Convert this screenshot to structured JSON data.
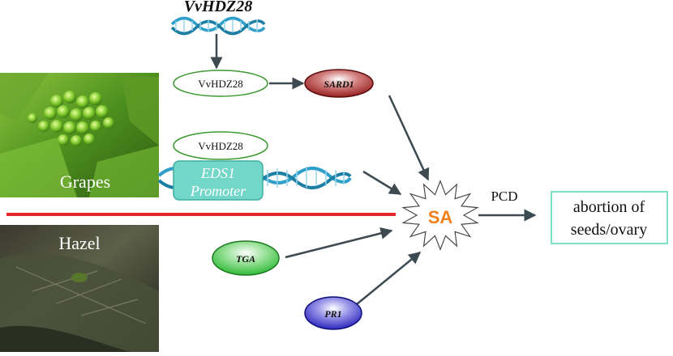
{
  "gene_title": "VvHDZ28",
  "photos": {
    "grapes_label": "Grapes",
    "hazel_label": "Hazel"
  },
  "nodes": {
    "vvhdz28_upper": "VvHDZ28",
    "vvhdz28_lower": "VvHDZ28",
    "sard1": "SARD1",
    "eds1_line1": "EDS1",
    "eds1_line2": "Promoter",
    "sa": "SA",
    "tga": "TGA",
    "pr1": "PR1",
    "pcd": "PCD",
    "outcome_line1": "abortion of",
    "outcome_line2": "seeds/ovary"
  },
  "colors": {
    "arrow": "#3d4a52",
    "divider": "#e8262b",
    "sard1_fill": "#9b1a1a",
    "tga_fill": "#34c93c",
    "pr1_fill": "#2a23c9",
    "eds1_fill": "#72d6c8",
    "outcome_border": "#7fe0c8",
    "ellipse_border": "#3b9a2f",
    "sa_text": "#f07f1e",
    "dna": "#2f9fc9"
  }
}
